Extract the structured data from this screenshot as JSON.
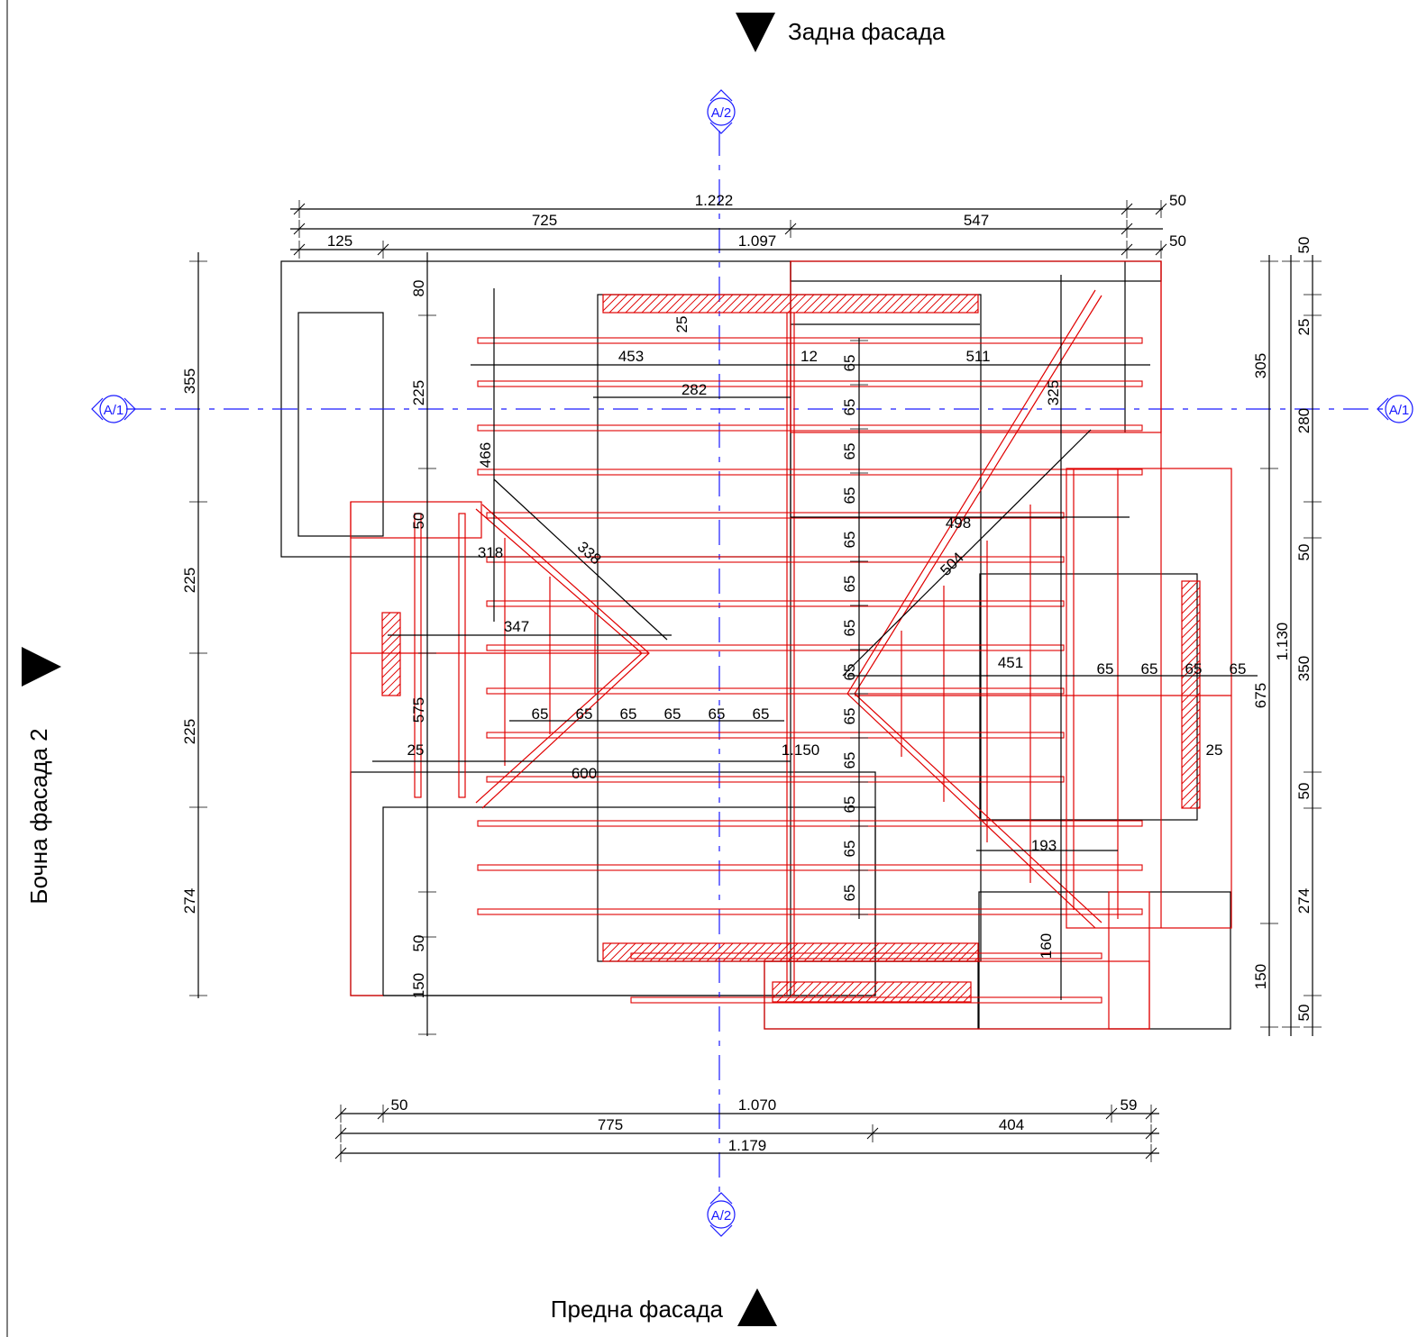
{
  "facades": {
    "back": "Задна фасада",
    "front": "Предна фасада",
    "side": "Бочна фасада 2"
  },
  "sections": {
    "a1": "A/1",
    "a2": "A/2"
  },
  "colors": {
    "lines": "#000000",
    "roof": "#e00000",
    "section": "#1a1aff"
  },
  "dimensions": {
    "top_total": "1.222",
    "top_left": "725",
    "top_right": "547",
    "top_mid": "1.097",
    "top_125": "125",
    "top_50a": "50",
    "top_50b": "50",
    "d80": "80",
    "d25a": "25",
    "d453": "453",
    "d12": "12",
    "d511": "511",
    "d282": "282",
    "d225a": "225",
    "d325": "325",
    "d466": "466",
    "d498": "498",
    "d50a": "50",
    "d318": "318",
    "d338": "338",
    "d504": "504",
    "d347": "347",
    "d451": "451",
    "d575": "575",
    "d25b": "25",
    "d600": "600",
    "d1150": "1.150",
    "d193": "193",
    "d160": "160",
    "d50b": "50",
    "d150a": "150",
    "d25c": "25",
    "left_355": "355",
    "left_225a": "225",
    "left_225b": "225",
    "left_274": "274",
    "r305": "305",
    "r1130": "1.130",
    "r675": "675",
    "r150": "150",
    "rr50a": "50",
    "rr25": "25",
    "rr280": "280",
    "rr50b": "50",
    "rr350": "350",
    "rr50c": "50",
    "rr274": "274",
    "rr50d": "50",
    "b50": "50",
    "b1070": "1.070",
    "b59": "59",
    "b775": "775",
    "b404": "404",
    "b1179": "1.179",
    "h65": [
      "65",
      "65",
      "65",
      "65",
      "65",
      "65"
    ],
    "h65r": [
      "65",
      "65",
      "65",
      "65"
    ],
    "v65": [
      "65",
      "65",
      "65",
      "65",
      "65",
      "65",
      "65",
      "65",
      "65",
      "65",
      "65",
      "65",
      "65"
    ]
  }
}
